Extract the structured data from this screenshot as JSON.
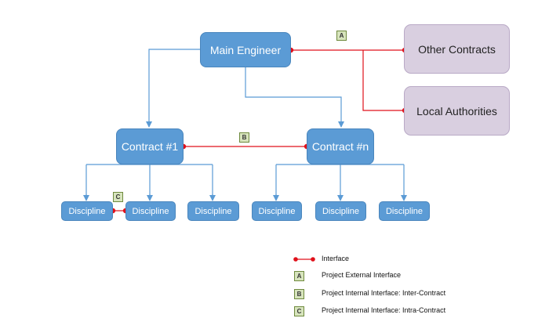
{
  "nodes": {
    "main_engineer": "Main Engineer",
    "other_contracts": "Other Contracts",
    "local_authorities": "Local Authorities",
    "contract_1": "Contract #1",
    "contract_n": "Contract #n",
    "discipline": "Discipline"
  },
  "tags": {
    "a": "A",
    "b": "B",
    "c": "C"
  },
  "legend": {
    "interface": "Interface",
    "a_label": "Project External Interface",
    "b_label": "Project Internal Interface: Inter-Contract",
    "c_label": "Project Internal Interface: Intra-Contract"
  },
  "colors": {
    "node_fill": "#5b9bd5",
    "external_fill": "#d9cfe0",
    "connector": "#5b9bd5",
    "interface_line": "#e0101a",
    "tag_fill": "#d7e4bd"
  }
}
